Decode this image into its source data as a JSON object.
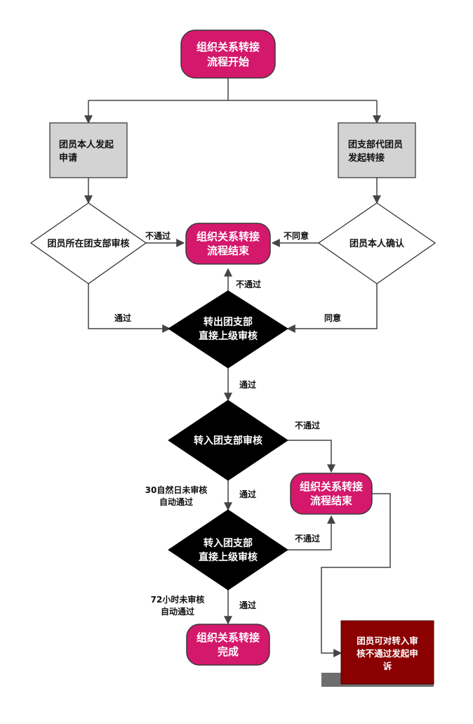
{
  "nodes": {
    "start": [
      "组织关系转接",
      "流程开始"
    ],
    "member_apply": [
      "团员本人发起",
      "申请"
    ],
    "branch_initiate": [
      "团支部代团员",
      "发起转接"
    ],
    "branch_review": [
      "团员所在团支部审核"
    ],
    "member_confirm": [
      "团员本人确认"
    ],
    "end_top": [
      "组织关系转接",
      "流程结束"
    ],
    "out_superior_review": [
      "转出团支部",
      "直接上级审核"
    ],
    "in_branch_review": [
      "转入团支部审核"
    ],
    "end_mid": [
      "组织关系转接",
      "流程结束"
    ],
    "in_superior_review": [
      "转入团支部",
      "直接上级审核"
    ],
    "complete": [
      "组织关系转接",
      "完成"
    ],
    "appeal": [
      "团员可对转入审",
      "核不通过发起申",
      "诉"
    ]
  },
  "edge_labels": {
    "branch_reject": "不通过",
    "confirm_reject": "不同意",
    "out_reject": "不通过",
    "branch_pass": "通过",
    "confirm_agree": "同意",
    "out_pass": "通过",
    "in_branch_reject": "不通过",
    "in_branch_pass": "通过",
    "in_superior_reject": "不通过",
    "in_superior_pass": "通过"
  },
  "notes": {
    "auto_30": [
      "30自然日未审核",
      "自动通过"
    ],
    "auto_72": [
      "72小时未审核",
      "自动通过"
    ]
  }
}
